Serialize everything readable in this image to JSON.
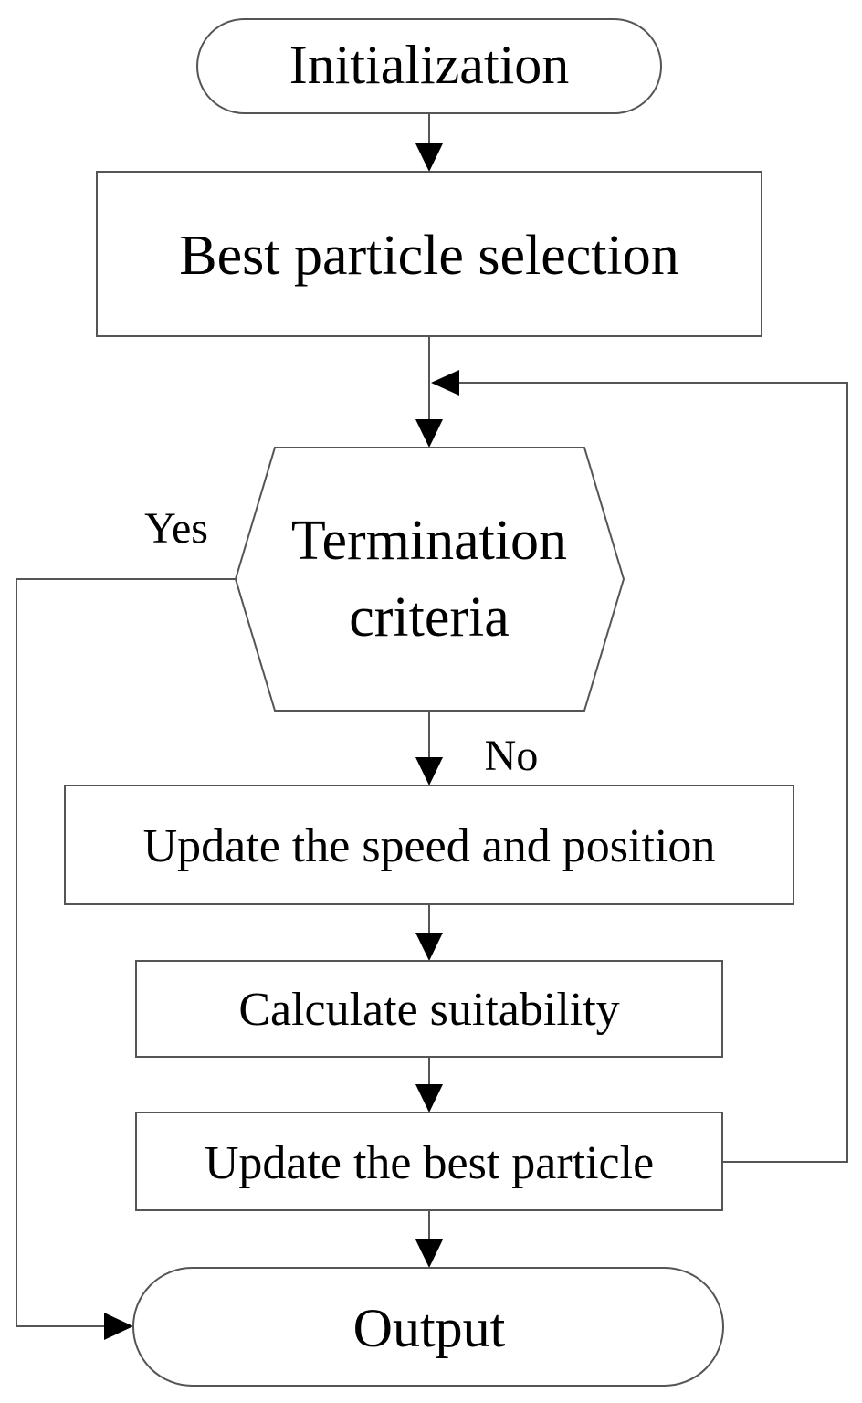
{
  "nodes": {
    "initialization": "Initialization",
    "best_particle_selection": "Best particle selection",
    "termination_line1": "Termination",
    "termination_line2": "criteria",
    "update_speed_position": "Update the speed and position",
    "calculate_suitability": "Calculate suitability",
    "update_best_particle": "Update the best particle",
    "output": "Output"
  },
  "edge_labels": {
    "yes": "Yes",
    "no": "No"
  },
  "colors": {
    "line": "#555555",
    "arrowhead": "#000000",
    "text": "#000000",
    "background": "#ffffff"
  }
}
